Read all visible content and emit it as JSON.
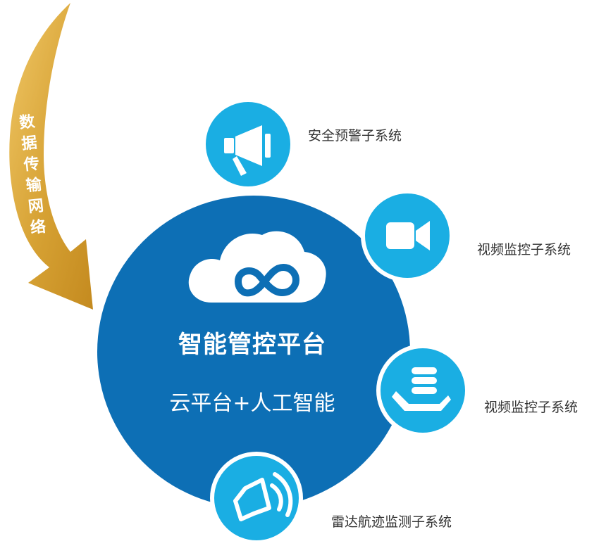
{
  "hub": {
    "title": "智能管控平台",
    "subtitle": "云平台+人工智能",
    "cloud_icon": "cloud-infinity-icon",
    "color": "#0d6fb5"
  },
  "arrow": {
    "label": "数据传输网络",
    "color": "#d9a93a"
  },
  "nodes": [
    {
      "label": "安全预警子系统",
      "icon": "megaphone-icon",
      "color": "#1aaee3"
    },
    {
      "label": "视频监控子系统",
      "icon": "video-camera-icon",
      "color": "#1aaee3"
    },
    {
      "label": "视频监控子系统",
      "icon": "hand-coins-icon",
      "color": "#1aaee3"
    },
    {
      "label": "雷达航迹监测子系统",
      "icon": "speaker-waves-icon",
      "color": "#1aaee3"
    }
  ]
}
